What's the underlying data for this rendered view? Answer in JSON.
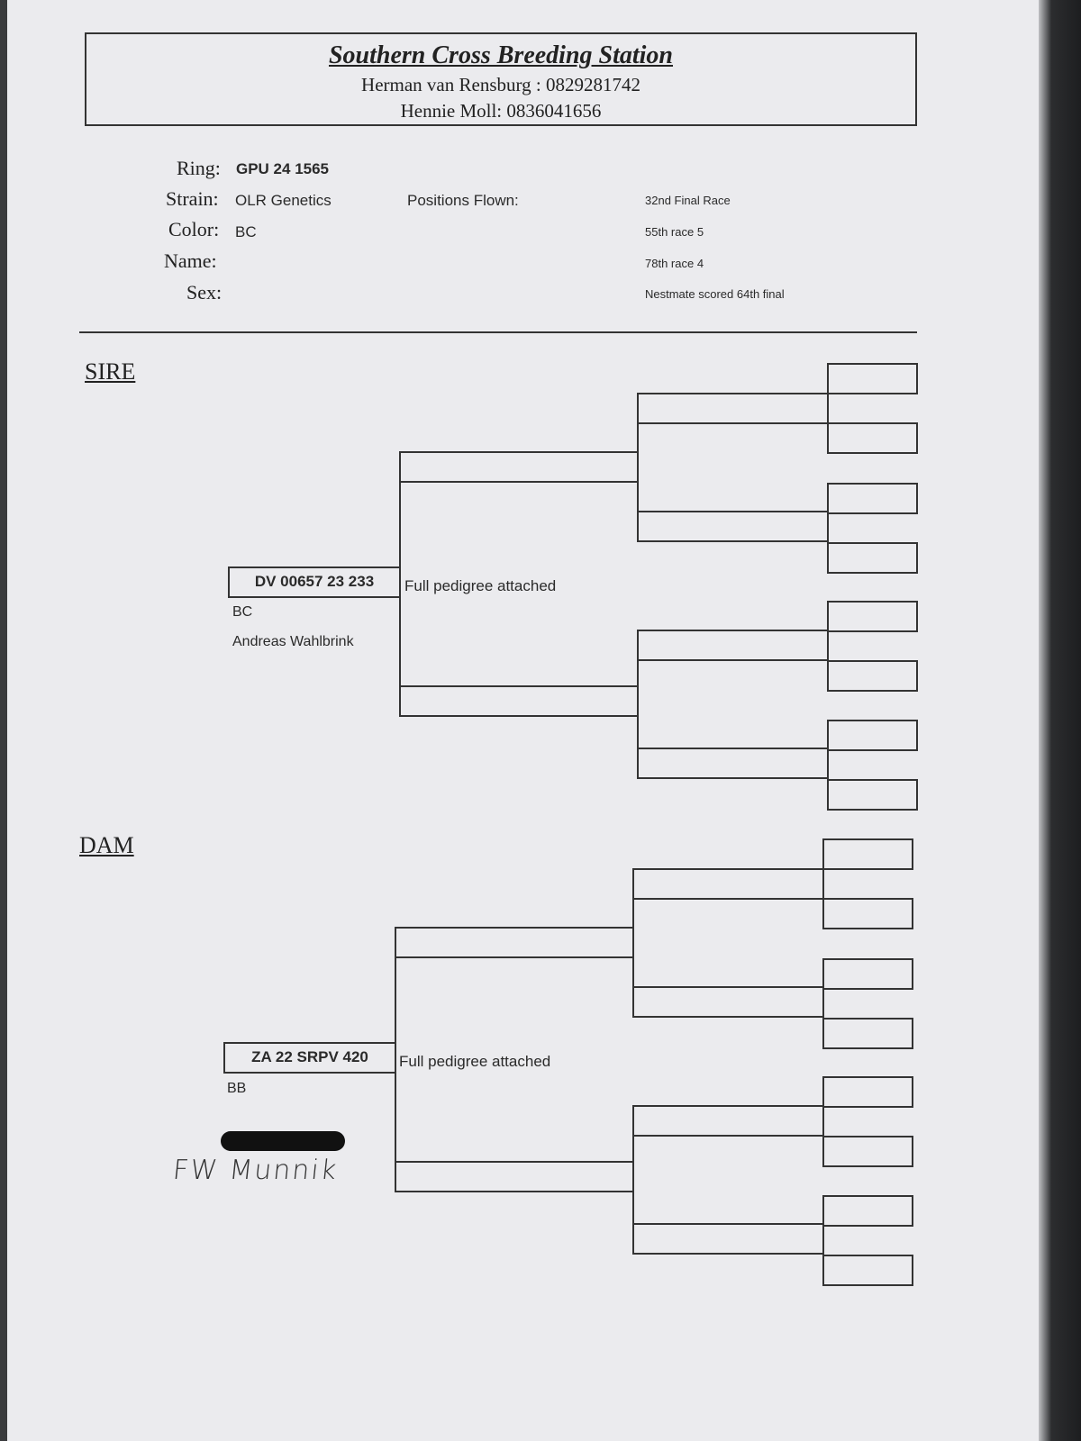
{
  "header": {
    "title": "Southern Cross Breeding Station",
    "contact_1": "Herman van Rensburg : 0829281742",
    "contact_2": "Hennie Moll: 0836041656"
  },
  "bird": {
    "ring_label": "Ring:",
    "ring": "GPU 24 1565",
    "strain_label": "Strain:",
    "strain": "OLR Genetics",
    "color_label": "Color:",
    "color": "BC",
    "name_label": "Name:",
    "sex_label": "Sex:"
  },
  "positions": {
    "label": "Positions Flown:",
    "items": [
      "32nd Final Race",
      "55th race 5",
      "78th race 4",
      "Nestmate scored 64th final"
    ]
  },
  "sire": {
    "section_label": "SIRE",
    "ring": "DV 00657 23 233",
    "note": "Full pedigree attached",
    "color": "BC",
    "breeder": "Andreas Wahlbrink"
  },
  "dam": {
    "section_label": "DAM",
    "ring": "ZA 22 SRPV 420",
    "note": "Full pedigree attached",
    "color": "BB",
    "breeder": "FW Munnik"
  }
}
